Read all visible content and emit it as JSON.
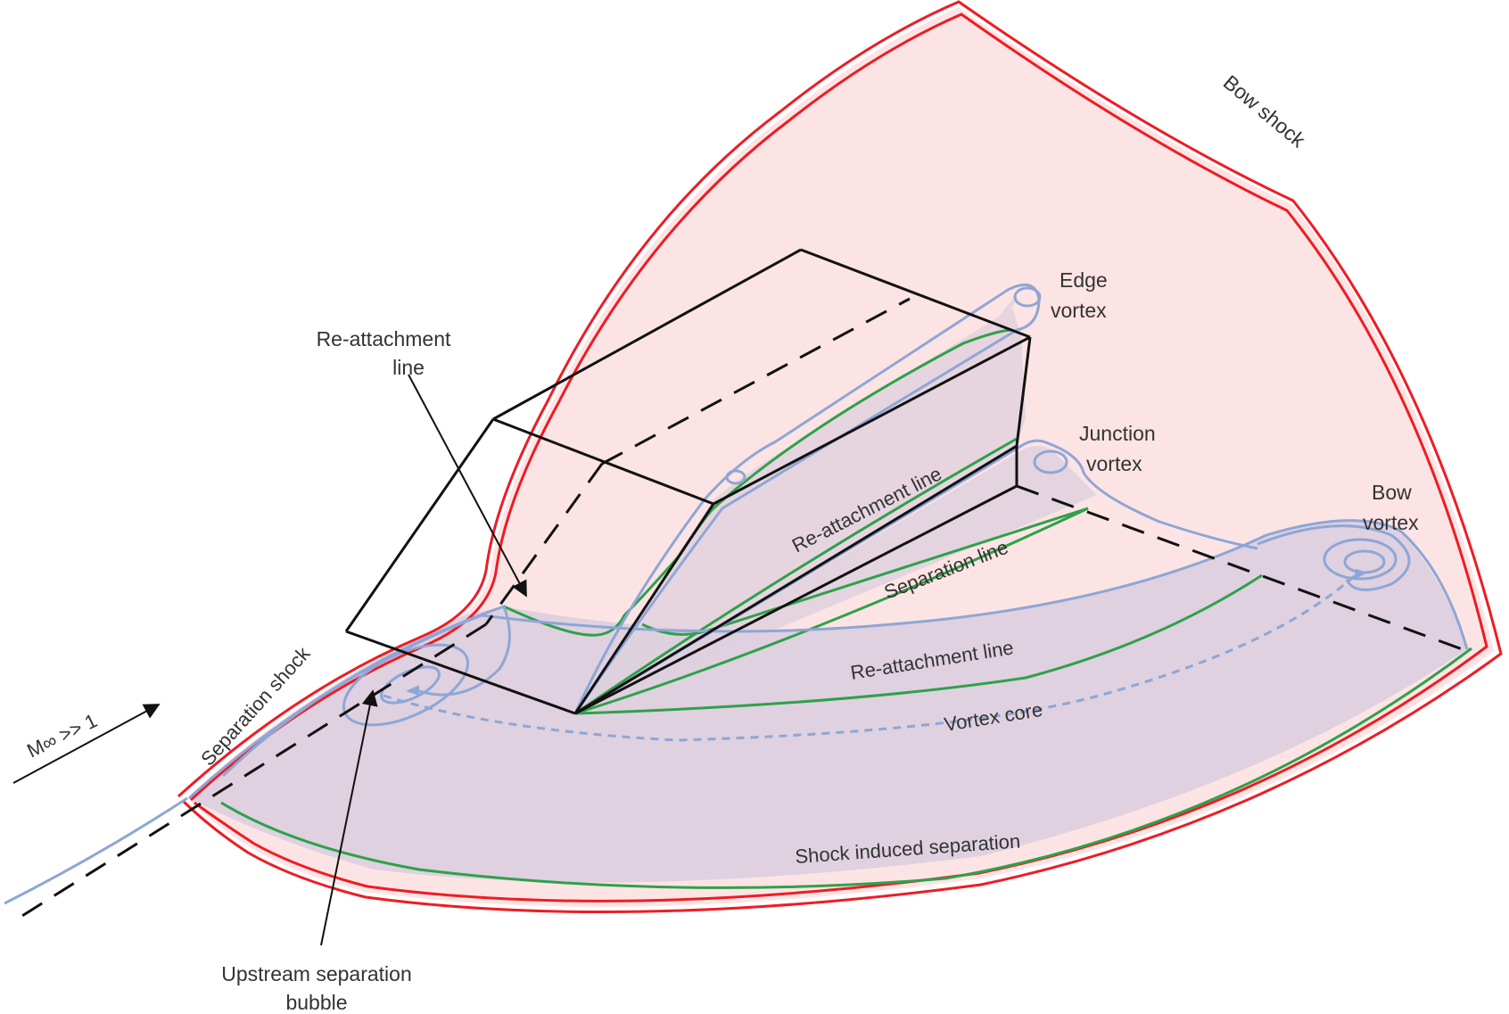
{
  "labels": {
    "bow_shock": "Bow shock",
    "edge_vortex_1": "Edge",
    "edge_vortex_2": "vortex",
    "junction_vortex_1": "Junction",
    "junction_vortex_2": "vortex",
    "bow_vortex_1": "Bow",
    "bow_vortex_2": "vortex",
    "reattach_callout_1": "Re-attachment",
    "reattach_callout_2": "line",
    "reattach_upper": "Re-attachment line",
    "separation_line": "Separation line",
    "reattach_lower": "Re-attachment line",
    "vortex_core": "Vortex core",
    "separation_shock": "Separation shock",
    "mach": "M∞ >> 1",
    "shock_induced_separation": "Shock induced separation",
    "upstream_bubble_1": "Upstream separation",
    "upstream_bubble_2": "bubble"
  },
  "colors": {
    "shock_red": "#ee1c24",
    "region_pink": "#fde4e4",
    "vortex_fill": "#ddd0de",
    "vortex_blue": "#8ea6d6",
    "line_green": "#2ea14a",
    "edge_black": "#111111"
  }
}
